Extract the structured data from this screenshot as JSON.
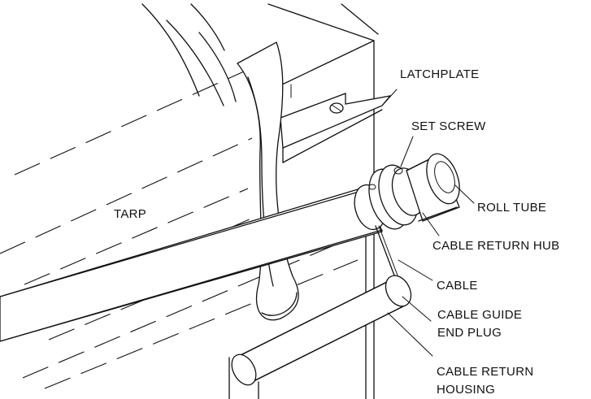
{
  "labels": {
    "latchplate": "LATCHPLATE",
    "set_screw": "SET SCREW",
    "tarp": "TARP",
    "roll_tube": "ROLL TUBE",
    "cable_return_hub": "CABLE RETURN HUB",
    "cable": "CABLE",
    "cable_guide_line1": "CABLE GUIDE",
    "cable_guide_line2": "END PLUG",
    "cable_return_housing_line1": "CABLE RETURN",
    "cable_return_housing_line2": "HOUSING"
  }
}
